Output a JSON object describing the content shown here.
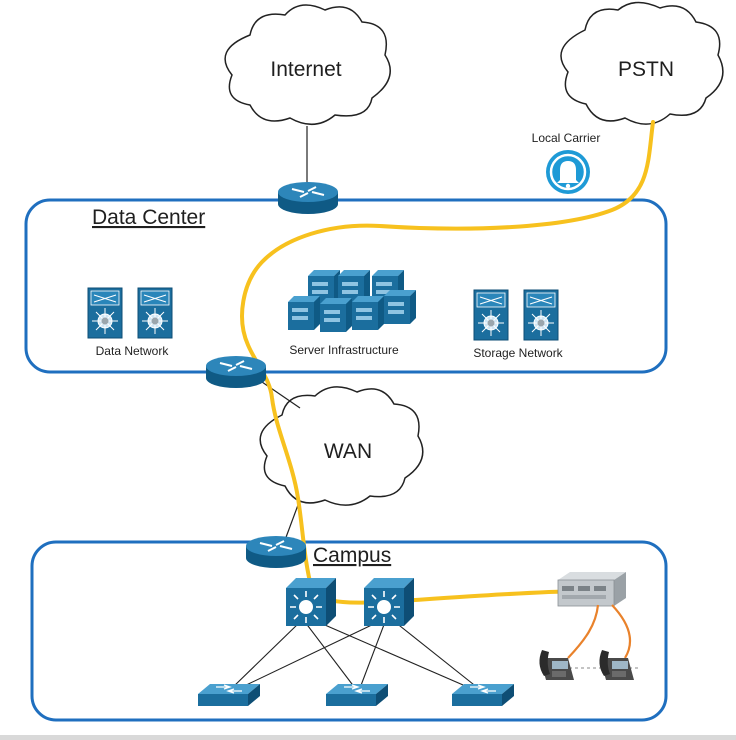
{
  "clouds": {
    "internet": "Internet",
    "pstn": "PSTN",
    "wan": "WAN"
  },
  "carrier": {
    "label": "Local Carrier",
    "icon": "bell-icon",
    "color": "#1e9ad6"
  },
  "zones": {
    "data_center": "Data Center",
    "campus": "Campus",
    "border_color": "#1f6fbf"
  },
  "groups": {
    "data_network": "Data Network",
    "server_infrastructure": "Server Infrastructure",
    "storage_network": "Storage Network"
  },
  "colors": {
    "device_blue": "#19668f",
    "voice_path": "#f7c11e",
    "phone_link": "#e9822b"
  }
}
